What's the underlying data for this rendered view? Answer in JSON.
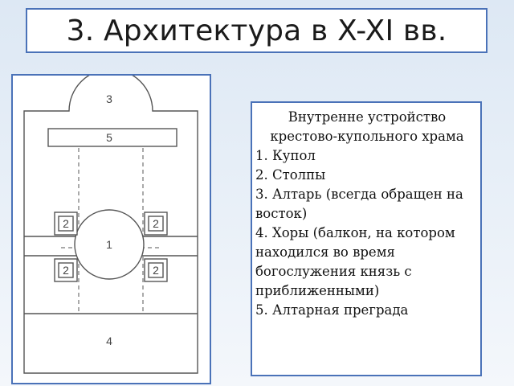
{
  "slide": {
    "title": "3. Архитектура в X-XI вв."
  },
  "plan": {
    "labels": {
      "apse": "3",
      "barrier": "5",
      "dome": "1",
      "pillar_tl": "2",
      "pillar_tr": "2",
      "pillar_bl": "2",
      "pillar_br": "2",
      "gallery": "4"
    }
  },
  "legend": {
    "heading": "Внутренне устройство крестово-купольного храма",
    "items": [
      "1. Купол",
      "2. Столпы",
      "3. Алтарь (всегда обращен на восток)",
      "4. Хоры (балкон, на котором находился во время богослужения князь с приближенными)",
      "5. Алтарная преграда"
    ]
  },
  "colors": {
    "border": "#4a72b8",
    "background": "#e4edf7"
  }
}
